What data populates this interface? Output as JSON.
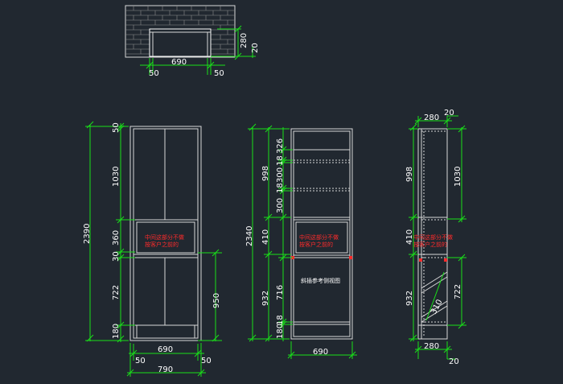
{
  "plan_view": {
    "dims": {
      "width_690": "690",
      "left_50": "50",
      "right_50": "50",
      "h_280": "280",
      "h_20": "20"
    }
  },
  "front_view": {
    "dims": {
      "total_2390": "2390",
      "d50": "50",
      "d1030": "1030",
      "d360": "360",
      "d30": "30",
      "d722": "722",
      "d180": "180",
      "d950": "950",
      "w690": "690",
      "w50_left": "50",
      "w50_right": "50",
      "w790": "790"
    },
    "note_line1": "中间这部分不做",
    "note_line2": "按客户之前的"
  },
  "section_view": {
    "dims": {
      "total_2340": "2340",
      "d998": "998",
      "d410": "410",
      "d932": "932",
      "d326": "326",
      "d18a": "18",
      "d300a": "300",
      "d18b": "18",
      "d300b": "300",
      "d716": "716",
      "d18c": "18",
      "d180": "180",
      "w690": "690"
    },
    "note_line1": "中间这部分不做",
    "note_line2": "按客户之前的",
    "label": "斜插参考侧视图"
  },
  "side_view": {
    "dims": {
      "top_280": "280",
      "top_20": "20",
      "d998": "998",
      "d410": "410",
      "d932": "932",
      "d1030": "1030",
      "d722": "722",
      "diag_310": "310",
      "bot_280": "280",
      "bot_20": "20"
    },
    "note_line1": "中间这部分不做",
    "note_line2": "按客户之前的"
  }
}
